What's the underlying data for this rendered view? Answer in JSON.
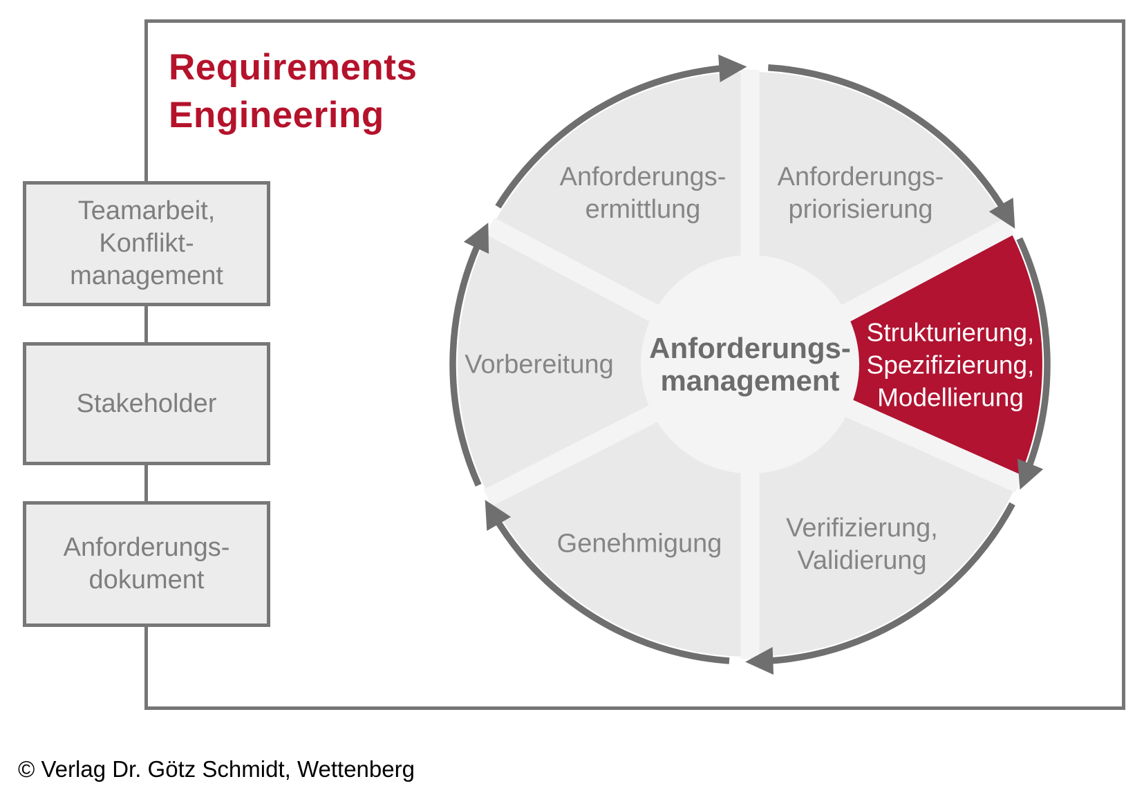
{
  "title": {
    "text": "Requirements\nEngineering"
  },
  "sidebar": {
    "boxes": [
      {
        "label": "Teamarbeit,\nKonflikt-\nmanagement"
      },
      {
        "label": "Stakeholder"
      },
      {
        "label": "Anforderungs-\ndokument"
      }
    ]
  },
  "cycle": {
    "center_label": "Anforderungs-\nmanagement",
    "direction": "clockwise",
    "segments": [
      {
        "label": "Anforderungs-\nermittlung",
        "highlighted": false
      },
      {
        "label": "Anforderungs-\npriorisierung",
        "highlighted": false
      },
      {
        "label": "Strukturierung,\nSpezifizierung,\nModellierung",
        "highlighted": true
      },
      {
        "label": "Verifizierung,\nValidierung",
        "highlighted": false
      },
      {
        "label": "Genehmigung",
        "highlighted": false
      },
      {
        "label": "Vorbereitung",
        "highlighted": false
      }
    ]
  },
  "footer": {
    "copyright": "© Verlag Dr. Götz Schmidt, Wettenberg"
  },
  "colors": {
    "accent_red": "#B11331",
    "title_red": "#B5122B",
    "segment_gray": "#E9E9EA",
    "spoke_light": "#F4F4F5",
    "arc_gray": "#6F6F6F",
    "frame_gray": "#767676",
    "label_gray": "#858585",
    "center_text_gray": "#6C6C6C"
  }
}
